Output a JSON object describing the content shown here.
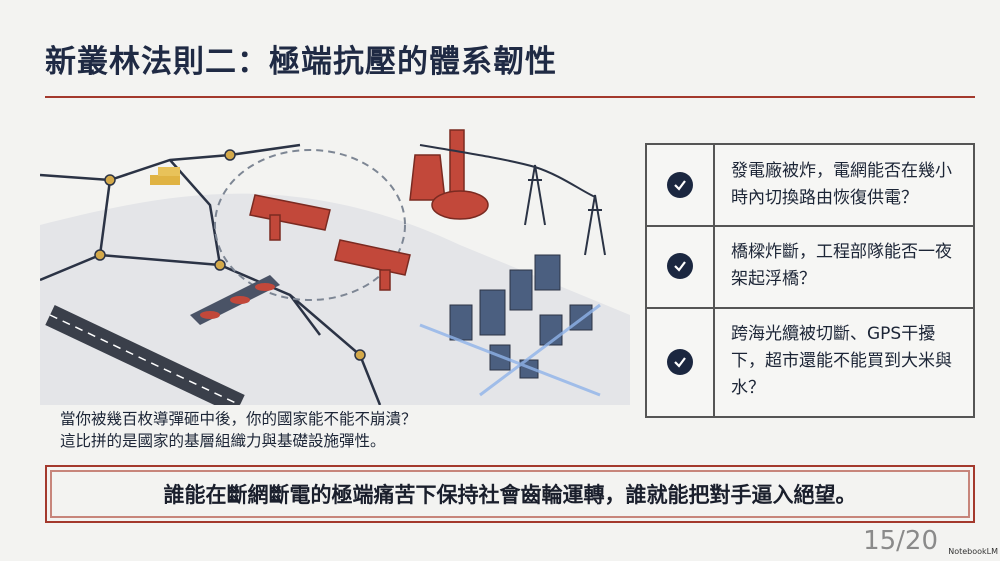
{
  "title": "新叢林法則二：極端抗壓的體系韌性",
  "checklist": [
    {
      "icon": "check-circle-icon",
      "text": "發電廠被炸，電網能否在幾小時內切換路由恢復供電？"
    },
    {
      "icon": "check-circle-icon",
      "text": "橋樑炸斷，工程部隊能否一夜架起浮橋？"
    },
    {
      "icon": "check-circle-icon",
      "text": "跨海光纜被切斷、GPS干擾下，超市還能不能買到大米與水？"
    }
  ],
  "caption": {
    "line1": "當你被幾百枚導彈砸中後，你的國家能不能不崩潰？",
    "line2": "這比拼的是國家的基層組織力與基礎設施彈性。"
  },
  "banner": "誰能在斷網斷電的極端痛苦下保持社會齒輪運轉，誰就能把對手逼入絕望。",
  "page_number": "15/20",
  "watermark": "NotebookLM",
  "colors": {
    "accent_red": "#a3392d",
    "navy": "#1f2a44",
    "background": "#f3f3f1"
  }
}
